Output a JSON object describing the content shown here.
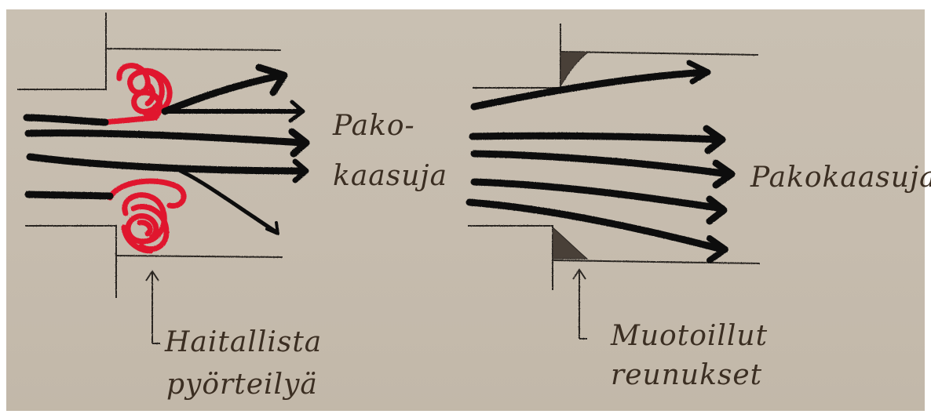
{
  "left_diagram": {
    "exhaust_label_line1": "Pako-",
    "exhaust_label_line2": "kaasuja",
    "annotation_line1": "Haitallista",
    "annotation_line2": "pyörteilyä",
    "vortex_color": "#e0142e"
  },
  "right_diagram": {
    "exhaust_label": "Pakokaasuja",
    "annotation_line1": "Muotoillut",
    "annotation_line2": "reunukset"
  },
  "colors": {
    "paper": "#c6bcae",
    "ink": "#111111",
    "pencil": "#2a2520"
  }
}
